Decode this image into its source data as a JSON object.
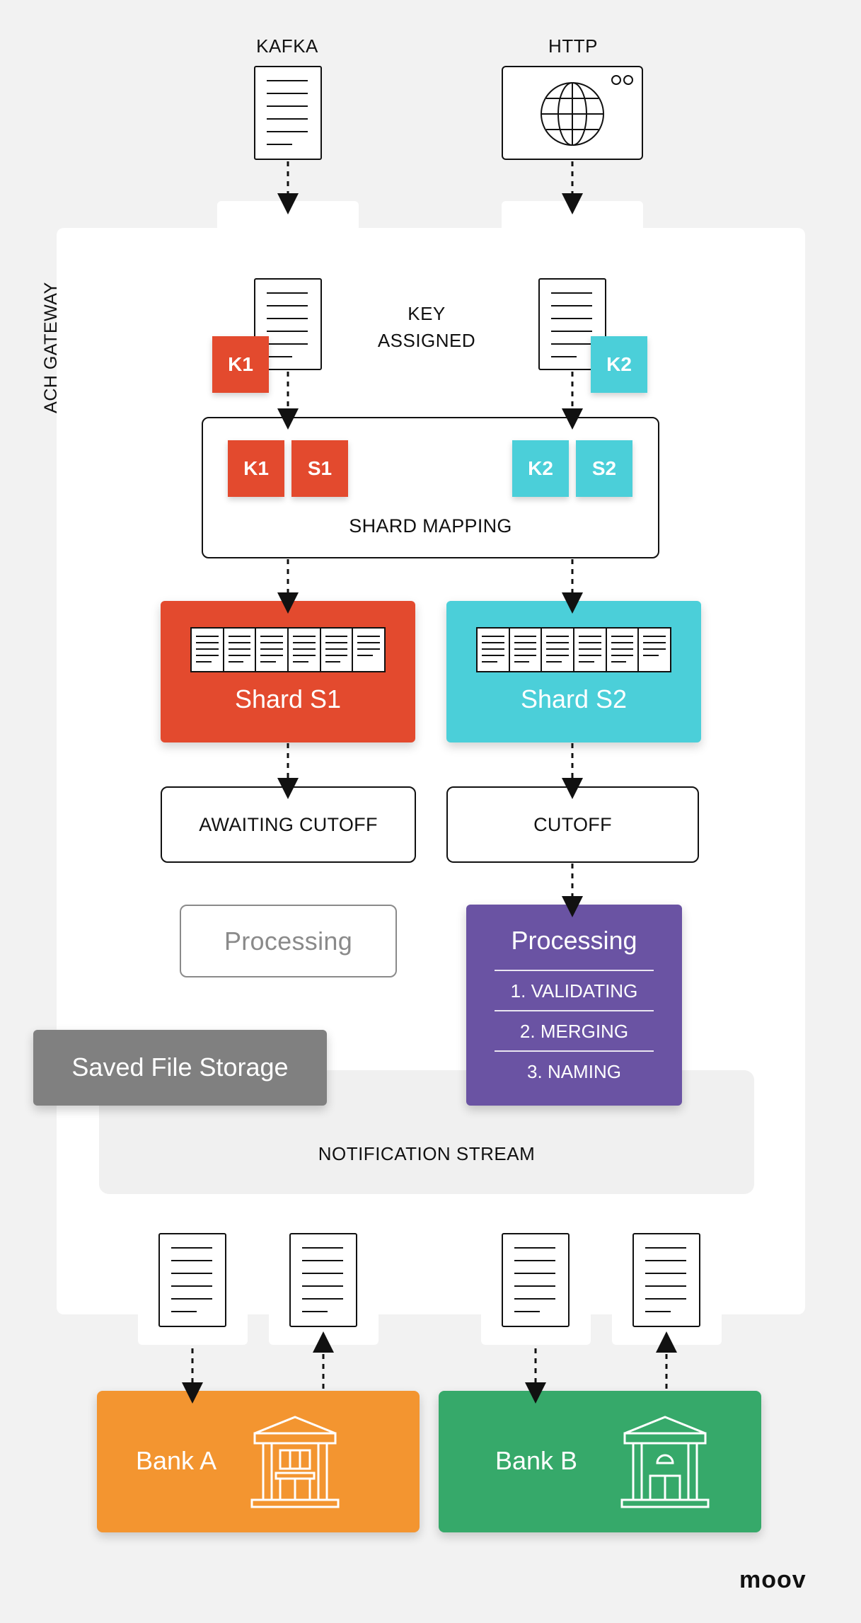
{
  "sources": {
    "kafka": "KAFKA",
    "http": "HTTP"
  },
  "gateway": {
    "title": "ACH GATEWAY",
    "key_assigned_line1": "KEY",
    "key_assigned_line2": "ASSIGNED"
  },
  "keys": {
    "k1": "K1",
    "k2": "K2",
    "s1": "S1",
    "s2": "S2"
  },
  "shard_mapping": {
    "label": "SHARD MAPPING"
  },
  "shards": {
    "s1": "Shard S1",
    "s2": "Shard S2"
  },
  "status": {
    "awaiting": "AWAITING CUTOFF",
    "cutoff": "CUTOFF"
  },
  "processing": {
    "idle_label": "Processing",
    "active_label": "Processing",
    "steps": [
      "1. VALIDATING",
      "2. MERGING",
      "3. NAMING"
    ]
  },
  "storage": {
    "label": "Saved File Storage"
  },
  "notification": {
    "label": "NOTIFICATION STREAM"
  },
  "banks": {
    "a": "Bank A",
    "b": "Bank B"
  },
  "brand": {
    "logo": "moov"
  },
  "colors": {
    "red": "#e34a2e",
    "teal": "#4bcfd9",
    "purple": "#6a53a3",
    "orange": "#f39530",
    "green": "#36a96a",
    "gray": "#808080"
  }
}
